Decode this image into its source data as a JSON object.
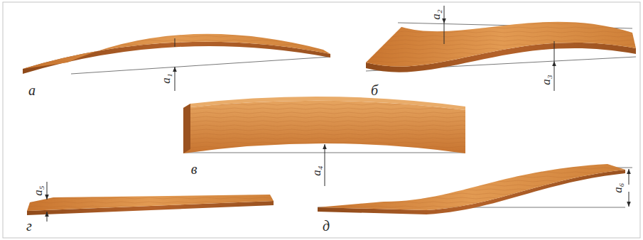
{
  "diagram": {
    "labels": [
      "а",
      "a₁",
      "б",
      "a₂",
      "a₃",
      "в",
      "a₄",
      "г",
      "a₅",
      "д",
      "a₆"
    ]
  }
}
